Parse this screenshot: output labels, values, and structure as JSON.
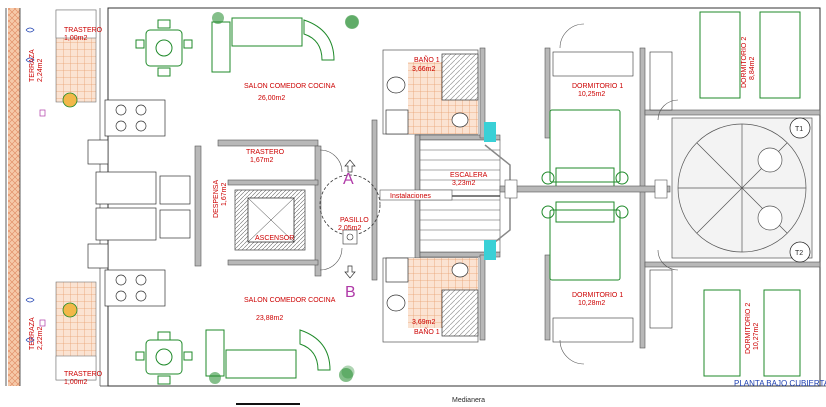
{
  "plan": {
    "title": "PLANTA BAJO CUBIERTA",
    "boundary_label": "Medianera",
    "stair_markers": {
      "up": "A",
      "down": "B"
    },
    "colors": {
      "wall": "#8a8a8a",
      "furniture": "#1f8a2a",
      "room_label": "#cc0000",
      "title": "#1d3fb0",
      "terrace_hatch": "#e8a070",
      "bath_hatch": "#d8936a",
      "marker": "#b03aa8"
    },
    "rooms": [
      {
        "id": "trastero-top",
        "name": "TRASTERO",
        "area": "1,00m2"
      },
      {
        "id": "terraza-top",
        "name": "TERRAZA",
        "area": "2,24m2"
      },
      {
        "id": "salon-top",
        "name": "SALON COMEDOR COCINA",
        "area": "26,00m2"
      },
      {
        "id": "trastero-mid",
        "name": "TRASTERO",
        "area": "1,67m2"
      },
      {
        "id": "despensa",
        "name": "DESPENSA",
        "area": "1,67m2"
      },
      {
        "id": "ascensor",
        "name": "ASCENSOR",
        "area": ""
      },
      {
        "id": "pasillo",
        "name": "PASILLO",
        "area": "2,05m2"
      },
      {
        "id": "bano-top",
        "name": "BAÑO 1",
        "area": "3,66m2"
      },
      {
        "id": "escalera",
        "name": "ESCALERA",
        "area": "3,23m2"
      },
      {
        "id": "instalaciones",
        "name": "Instalaciones",
        "area": ""
      },
      {
        "id": "dormitorio1-top",
        "name": "DORMITORIO 1",
        "area": "10,25m2"
      },
      {
        "id": "dormitorio2-top",
        "name": "DORMITORIO 2",
        "area": "8,84m2"
      },
      {
        "id": "salon-bottom",
        "name": "SALON COMEDOR COCINA",
        "area": "23,88m2"
      },
      {
        "id": "bano-bottom",
        "name": "BAÑO 1",
        "area": "3,69m2"
      },
      {
        "id": "dormitorio1-bottom",
        "name": "DORMITORIO 1",
        "area": "10,28m2"
      },
      {
        "id": "dormitorio2-bottom",
        "name": "DORMITORIO 2",
        "area": "10,27m2"
      },
      {
        "id": "terraza-bottom",
        "name": "TERRAZA",
        "area": "2,22m2"
      },
      {
        "id": "trastero-bottom",
        "name": "TRASTERO",
        "area": "1,00m2"
      }
    ],
    "equipment_labels": [
      "T1",
      "T2"
    ]
  }
}
